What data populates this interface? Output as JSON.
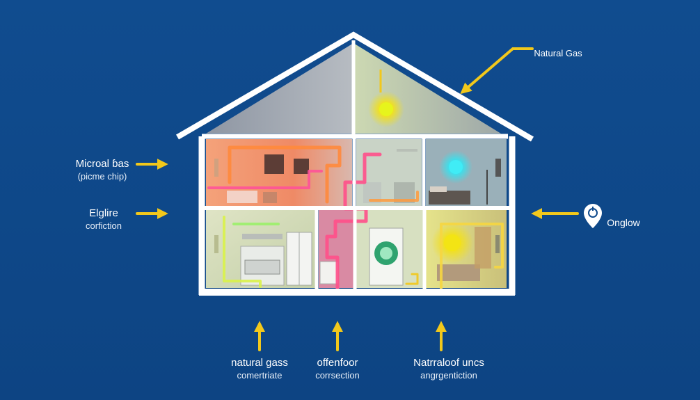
{
  "labels": {
    "top_right": {
      "line1": "Natural Gas"
    },
    "left_upper": {
      "line1": "Microal ɓas",
      "line2": "(picme chip)"
    },
    "left_lower": {
      "line1": "Elglire",
      "line2": "corfiction"
    },
    "right_mid": {
      "line1": "Onglow"
    },
    "bottom_left": {
      "line1": "natural gass",
      "line2": "comertriate"
    },
    "bottom_center": {
      "line1": "offenfoor",
      "line2": "corrsection"
    },
    "bottom_right": {
      "line1": "Natrraloof uncs",
      "line2": "angrgentiction"
    }
  },
  "colors": {
    "background": "#0f4a8c",
    "arrow": "#f2c81b",
    "house_frame": "#ffffff",
    "gas_line_orange": "#ff8a3c",
    "gas_line_pink": "#ff4f8a",
    "light_yellow": "#f4e21a",
    "light_cyan": "#34e3f0",
    "light_green": "#8df04a"
  },
  "icons": [
    "location-pin-icon",
    "plug-icon"
  ]
}
